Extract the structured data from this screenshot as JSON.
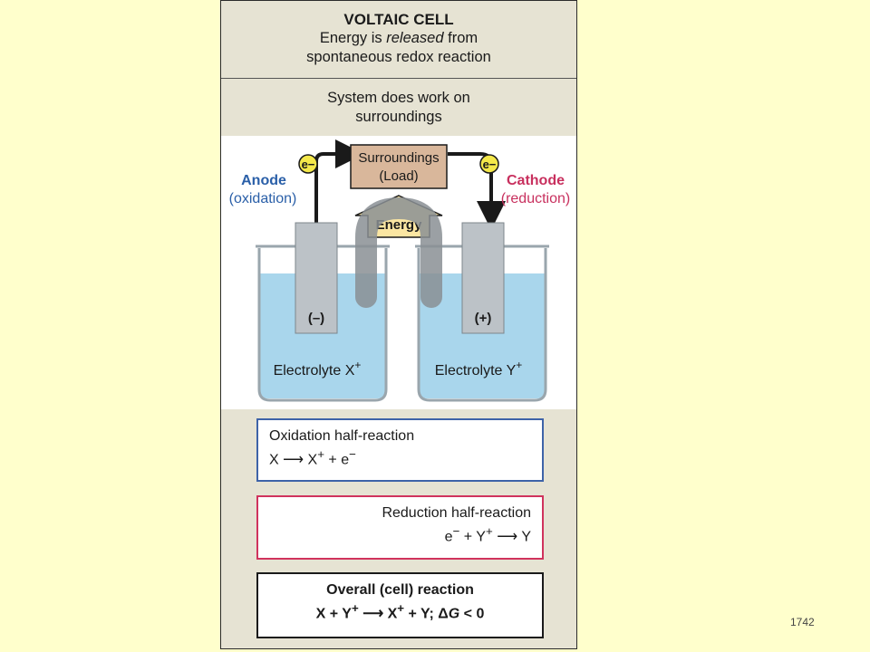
{
  "header": {
    "title": "VOLTAIC CELL",
    "line1_pre": "Energy is ",
    "line1_em": "released",
    "line1_post": " from",
    "line2": "spontaneous redox reaction"
  },
  "work": {
    "line1": "System does work on",
    "line2": "surroundings"
  },
  "diagram": {
    "load_line1": "Surroundings",
    "load_line2": "(Load)",
    "energy": "Energy",
    "electron": "e−",
    "anode": "Anode",
    "anode_sub": "(oxidation)",
    "cathode": "Cathode",
    "cathode_sub": "(reduction)",
    "minus": "(–)",
    "plus": "(+)",
    "electrolyte_left": "Electrolyte X",
    "electrolyte_right": "Electrolyte Y",
    "superscript_plus": "+",
    "colors": {
      "anode": "#2A5FA8",
      "cathode": "#C8305E",
      "electrolyte": "#A9D6EC",
      "load": "#D9B79B",
      "energy": "#FBE6A2",
      "electron": "#F4E84A"
    }
  },
  "oxidation": {
    "title": "Oxidation half-reaction",
    "eq_a": "X",
    "eq_b": "X",
    "eq_sup": "+",
    "eq_c": " + e",
    "eq_d": "−"
  },
  "reduction": {
    "title": "Reduction half-reaction",
    "eq_a": "e",
    "eq_a_sup": "−",
    "eq_b": " + Y",
    "eq_b_sup": "+",
    "eq_c": "Y"
  },
  "overall": {
    "title": "Overall (cell) reaction",
    "eq_a": "X + Y",
    "eq_sup": "+",
    "eq_b": "X",
    "eq_b_sup": "+",
    "eq_c": " + Y; Δ",
    "eq_g": "G",
    "eq_d": " < 0"
  },
  "page_number": "1742"
}
